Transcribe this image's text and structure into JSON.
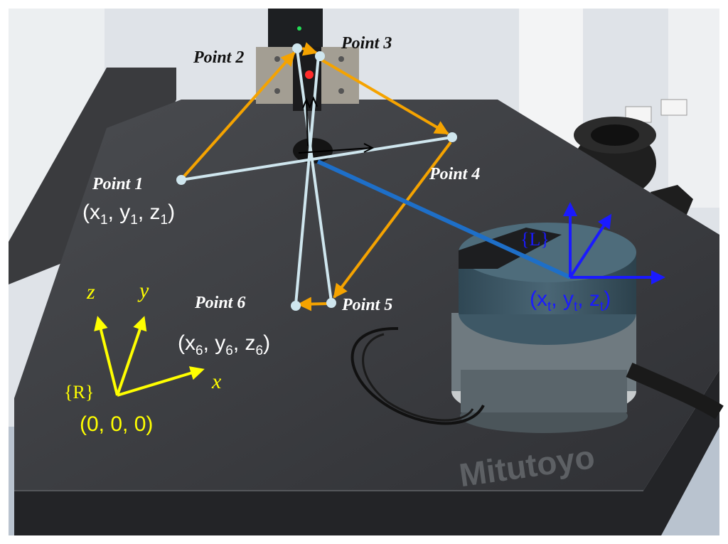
{
  "photo": {
    "brand_text": "Mitutoyo",
    "colors": {
      "wall": "#dfe3e8",
      "granite": "#3c3e42",
      "granite_edge": "#2b2c2f",
      "floor": "#b9c3cf",
      "tracker_body": "#3e5866",
      "tracker_base": "#6f7a80"
    }
  },
  "points": [
    {
      "id": "p1",
      "label": "Point 1"
    },
    {
      "id": "p2",
      "label": "Point 2"
    },
    {
      "id": "p3",
      "label": "Point 3"
    },
    {
      "id": "p4",
      "label": "Point 4"
    },
    {
      "id": "p5",
      "label": "Point  5"
    },
    {
      "id": "p6",
      "label": "Point  6"
    }
  ],
  "coords": {
    "p1": {
      "x": "x",
      "y": "y",
      "z": "z",
      "sub": "1"
    },
    "p6": {
      "x": "x",
      "y": "y",
      "z": "z",
      "sub": "6"
    },
    "tracker": {
      "x": "x",
      "y": "y",
      "z": "z",
      "sub": "t"
    },
    "origin": "(0, 0, 0)"
  },
  "frames": {
    "reference": {
      "label": "{R}",
      "axes": {
        "x": "x",
        "y": "y",
        "z": "z"
      }
    },
    "laser": {
      "label": "{L}"
    }
  },
  "colors": {
    "path": "#f5a300",
    "segment": "#cfe6ee",
    "beam": "#1e6fc8",
    "reference_frame": "#ffff00",
    "laser_frame": "#1a1aff",
    "label_white": "#ffffff",
    "label_black": "#111111"
  }
}
